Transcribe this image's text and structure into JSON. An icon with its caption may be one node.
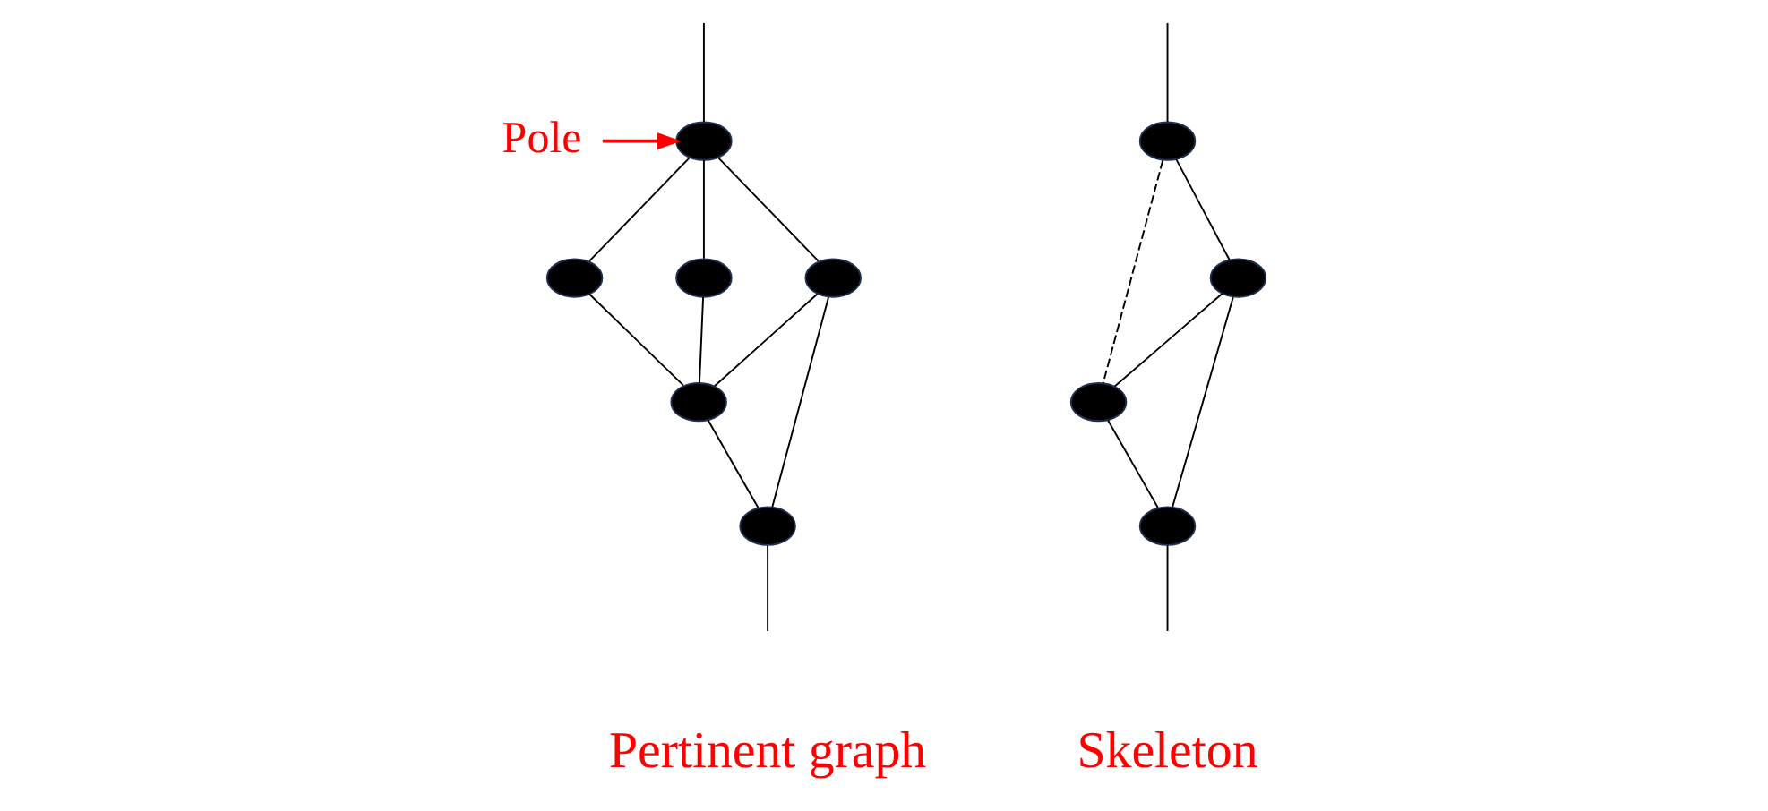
{
  "diagram": {
    "nodes": [
      {
        "text": [],
        "shape": "ellipse"
      },
      {
        "text": [],
        "shape": "ellipse"
      },
      {
        "text": [],
        "shape": "ellipse"
      },
      {
        "text": [],
        "shape": "ellipse"
      },
      {
        "text": [],
        "shape": "ellipse"
      },
      {
        "text": [],
        "shape": "ellipse"
      },
      {
        "text": [
          "Pole"
        ]
      },
      {
        "text": [],
        "shape": "ellipse"
      },
      {
        "text": [],
        "shape": "ellipse"
      },
      {
        "text": [],
        "shape": "ellipse"
      },
      {
        "text": [],
        "shape": "ellipse"
      }
    ],
    "edges": [
      {
        "from": null,
        "to": 0,
        "arrow": "none"
      },
      {
        "from": 6,
        "to": 0,
        "arrow": "to",
        "color": "#ff0000"
      },
      {
        "from": 0,
        "to": 1,
        "arrow": "none"
      },
      {
        "from": 0,
        "to": 2,
        "arrow": "none"
      },
      {
        "from": 0,
        "to": 3,
        "arrow": "none"
      },
      {
        "from": 1,
        "to": 4,
        "arrow": "none"
      },
      {
        "from": 1,
        "to": 5,
        "arrow": "none"
      },
      {
        "from": 2,
        "to": 4,
        "arrow": "none"
      },
      {
        "from": 3,
        "to": 4,
        "arrow": "none"
      },
      {
        "from": 4,
        "to": 5,
        "arrow": "none"
      },
      {
        "from": 5,
        "to": null,
        "arrow": "none"
      },
      {
        "from": null,
        "to": 7,
        "arrow": "none"
      },
      {
        "from": 7,
        "to": 8,
        "arrow": "none"
      },
      {
        "from": 7,
        "to": 9,
        "arrow": "none",
        "style": "dashed"
      },
      {
        "from": 8,
        "to": 9,
        "arrow": "none"
      },
      {
        "from": 8,
        "to": 10,
        "arrow": "none"
      },
      {
        "from": 9,
        "to": 10,
        "arrow": "none"
      },
      {
        "from": 10,
        "to": null,
        "arrow": "none"
      }
    ],
    "labels": [
      "Pertinent graph",
      "Skeleton"
    ]
  }
}
